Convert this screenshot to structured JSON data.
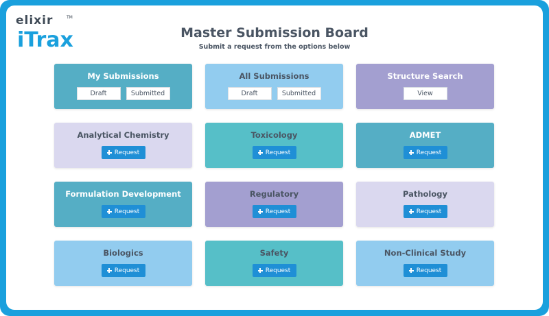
{
  "logo": {
    "brand": "elixir",
    "tm": "TM",
    "product": "iTrax"
  },
  "header": {
    "title": "Master Submission Board",
    "subtitle": "Submit a request from the options below"
  },
  "colors": {
    "frame": "#1aa0dd",
    "teal_dark": "#55aec5",
    "teal": "#56bfc8",
    "light_blue": "#92ccef",
    "purple": "#a39fd0",
    "lavender": "#dad8ef",
    "request_button": "#1f8fd6"
  },
  "top_cards": {
    "my_submissions": {
      "title": "My Submissions",
      "draft": "Draft",
      "submitted": "Submitted"
    },
    "all_submissions": {
      "title": "All Submissions",
      "draft": "Draft",
      "submitted": "Submitted"
    },
    "structure_search": {
      "title": "Structure Search",
      "view": "View"
    }
  },
  "request_cards": [
    {
      "title": "Analytical Chemistry",
      "button": "Request"
    },
    {
      "title": "Toxicology",
      "button": "Request"
    },
    {
      "title": "ADMET",
      "button": "Request"
    },
    {
      "title": "Formulation Development",
      "button": "Request"
    },
    {
      "title": "Regulatory",
      "button": "Request"
    },
    {
      "title": "Pathology",
      "button": "Request"
    },
    {
      "title": "Biologics",
      "button": "Request"
    },
    {
      "title": "Safety",
      "button": "Request"
    },
    {
      "title": "Non-Clinical Study",
      "button": "Request"
    }
  ]
}
